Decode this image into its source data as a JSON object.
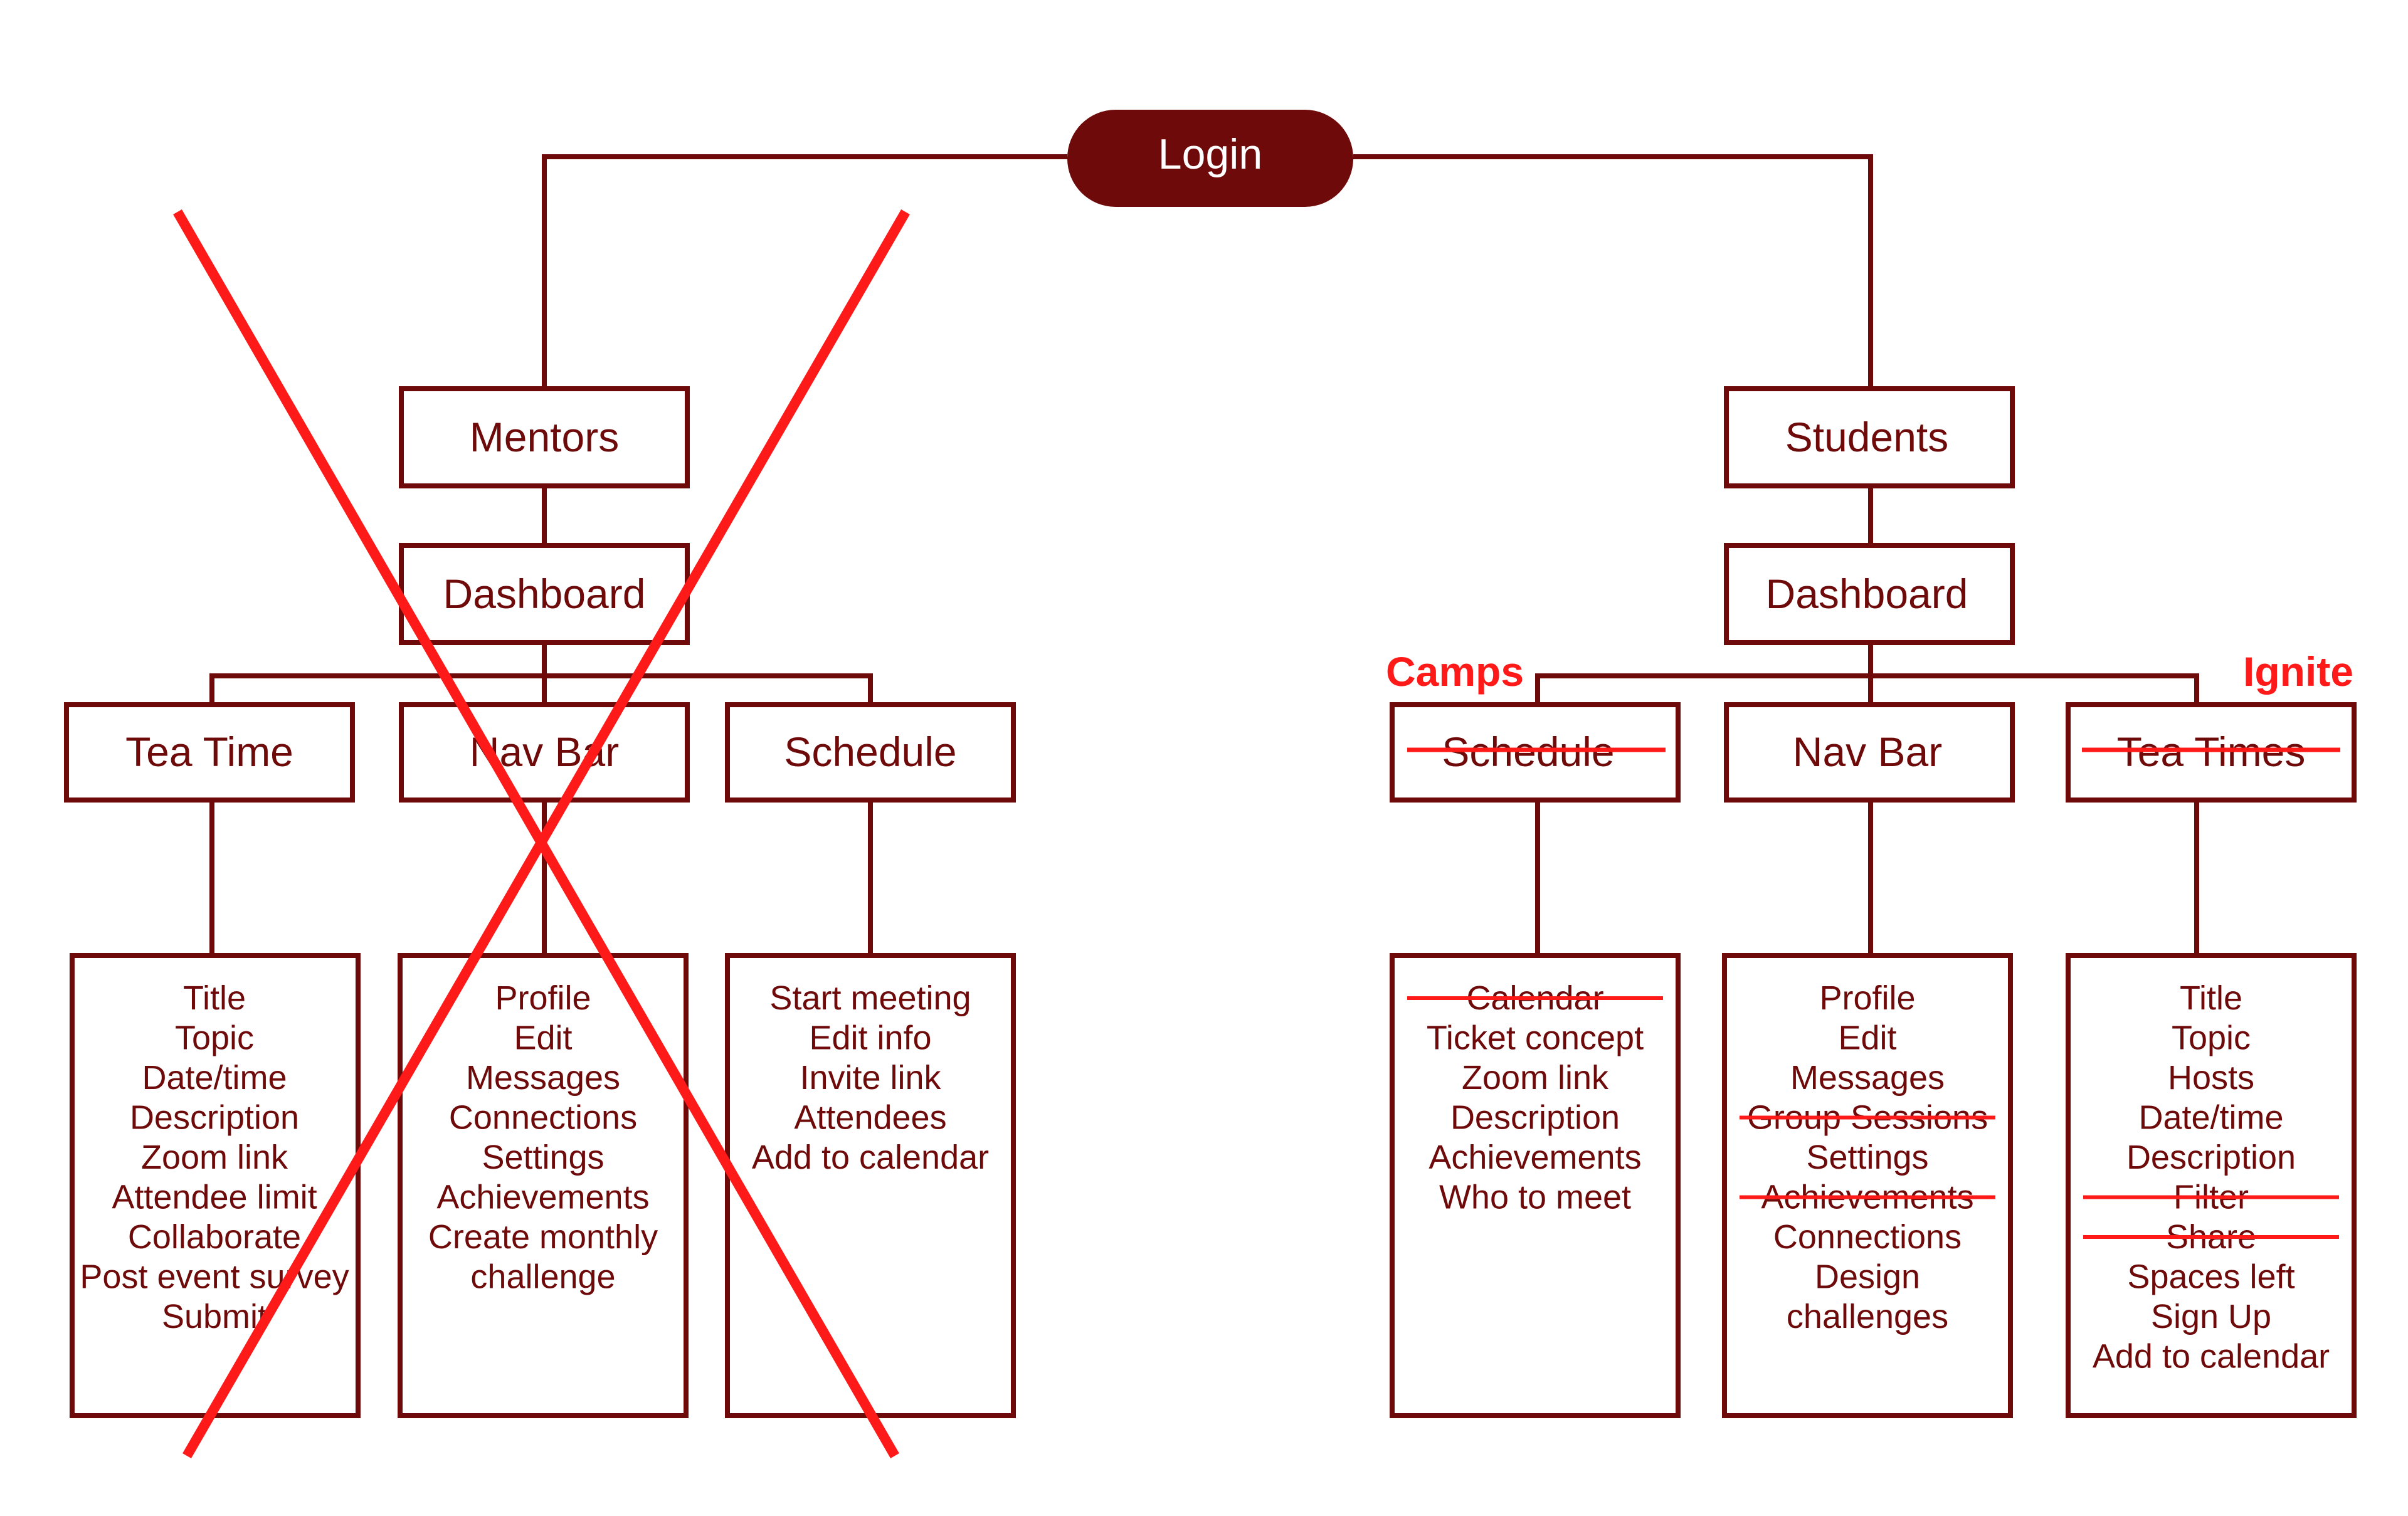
{
  "colors": {
    "primary": "#6e0a0a",
    "annotation": "#ff1a1a",
    "background": "#ffffff"
  },
  "login": {
    "label": "Login"
  },
  "mentors": {
    "label": "Mentors",
    "crossed_out": true,
    "dashboard": "Dashboard",
    "sections": [
      {
        "label": "Tea Time",
        "items": [
          "Title",
          "Topic",
          "Date/time",
          "Description",
          "Zoom link",
          "Attendee limit",
          "Collaborate",
          "Post event survey",
          "Submit"
        ]
      },
      {
        "label": "Nav Bar",
        "items": [
          "Profile",
          "Edit",
          "Messages",
          "Connections",
          "Settings",
          "Achievements",
          "Create monthly",
          "challenge"
        ]
      },
      {
        "label": "Schedule",
        "items": [
          "Start meeting",
          "Edit info",
          "Invite link",
          "Attendees",
          "Add to calendar"
        ]
      }
    ]
  },
  "students": {
    "label": "Students",
    "dashboard": "Dashboard",
    "sections": [
      {
        "label": "Schedule",
        "struck": true,
        "annotation": "Camps",
        "items": [
          {
            "text": "Calendar",
            "struck": true
          },
          {
            "text": "Ticket concept",
            "struck": false
          },
          {
            "text": "Zoom link",
            "struck": false
          },
          {
            "text": "Description",
            "struck": false
          },
          {
            "text": "Achievements",
            "struck": false
          },
          {
            "text": "Who to meet",
            "struck": false
          }
        ]
      },
      {
        "label": "Nav Bar",
        "struck": false,
        "items": [
          {
            "text": "Profile",
            "struck": false
          },
          {
            "text": "Edit",
            "struck": false
          },
          {
            "text": "Messages",
            "struck": false
          },
          {
            "text": "Group Sessions",
            "struck": true
          },
          {
            "text": "Settings",
            "struck": false
          },
          {
            "text": "Achievements",
            "struck": true
          },
          {
            "text": "Connections",
            "struck": false
          },
          {
            "text": "Design",
            "struck": false
          },
          {
            "text": "challenges",
            "struck": false
          }
        ]
      },
      {
        "label": "Tea Times",
        "struck": true,
        "annotation": "Ignite",
        "items": [
          {
            "text": "Title",
            "struck": false
          },
          {
            "text": "Topic",
            "struck": false
          },
          {
            "text": "Hosts",
            "struck": false
          },
          {
            "text": "Date/time",
            "struck": false
          },
          {
            "text": "Description",
            "struck": false
          },
          {
            "text": "Filter",
            "struck": true
          },
          {
            "text": "Share",
            "struck": true
          },
          {
            "text": "Spaces left",
            "struck": false
          },
          {
            "text": "Sign Up",
            "struck": false
          },
          {
            "text": "Add to calendar",
            "struck": false
          }
        ]
      }
    ]
  }
}
